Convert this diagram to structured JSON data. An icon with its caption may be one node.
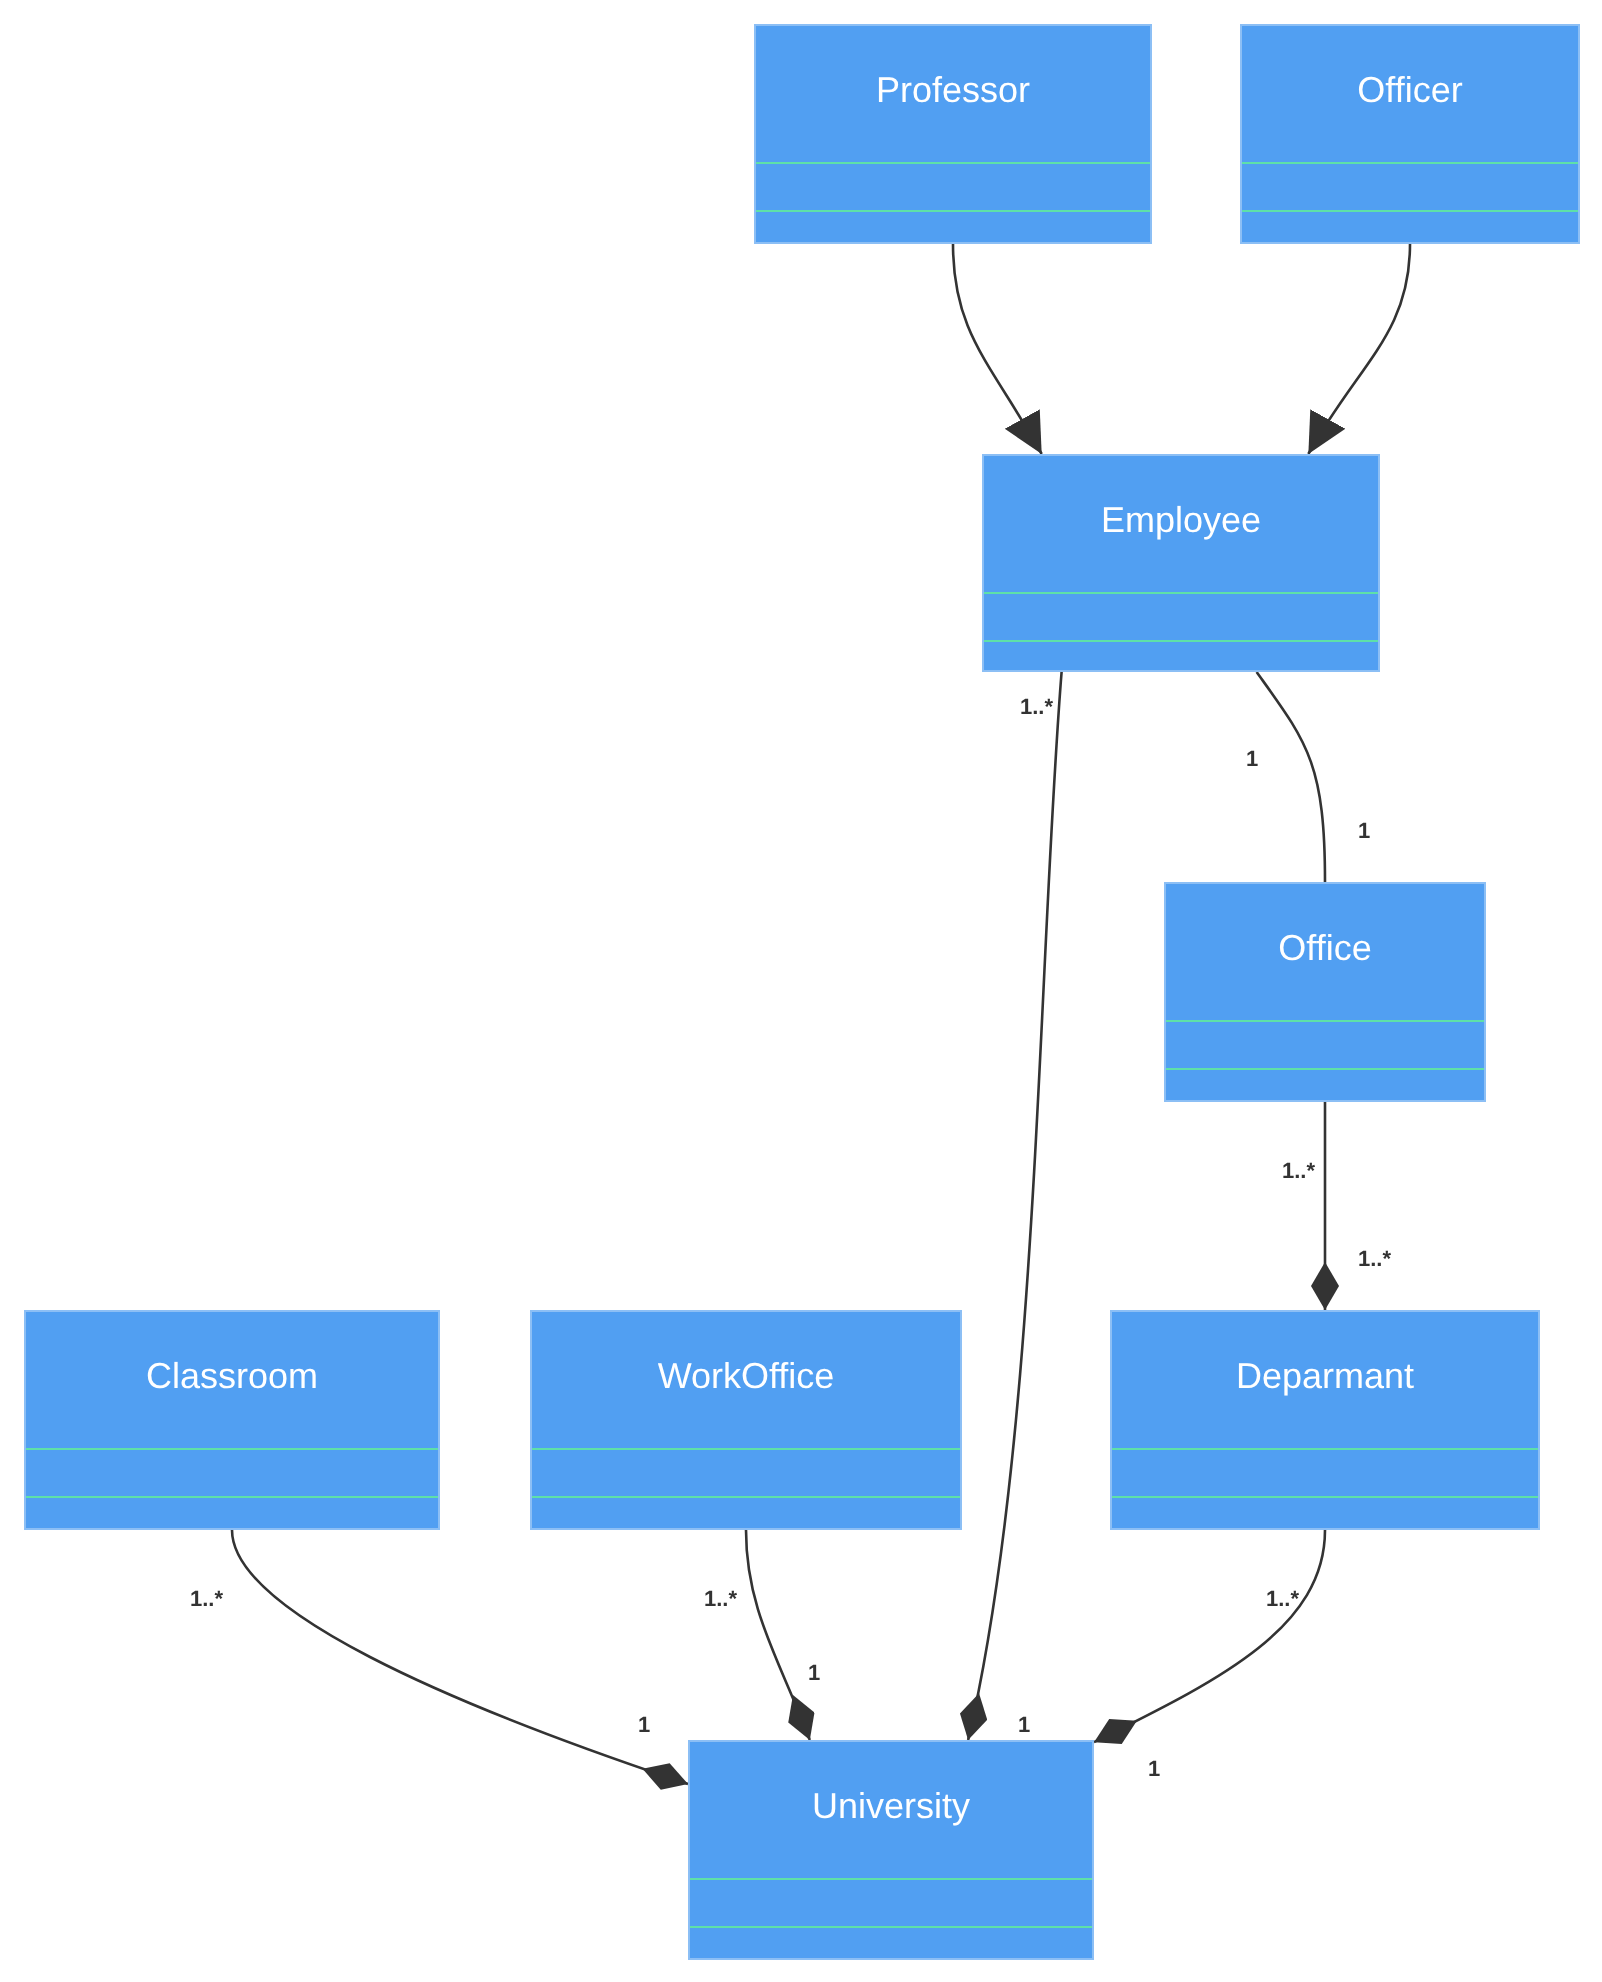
{
  "diagram": {
    "nodes": [
      {
        "text": [
          "Professor"
        ]
      },
      {
        "text": [
          "Officer"
        ]
      },
      {
        "text": [
          "Employee"
        ]
      },
      {
        "text": [
          "Office"
        ]
      },
      {
        "text": [
          "Classroom"
        ]
      },
      {
        "text": [
          "WorkOffice"
        ]
      },
      {
        "text": [
          "Deparmant"
        ]
      },
      {
        "text": [
          "University"
        ]
      }
    ],
    "edges": [
      {
        "from": 0,
        "to": 2,
        "arrow": "to"
      },
      {
        "from": 1,
        "to": 2,
        "arrow": "to"
      },
      {
        "from": 2,
        "to": 3,
        "arrow": "none"
      },
      {
        "from": 3,
        "to": 6,
        "arrow": "other"
      },
      {
        "from": 2,
        "to": 7,
        "arrow": "other"
      },
      {
        "from": 4,
        "to": 7,
        "arrow": "other"
      },
      {
        "from": 5,
        "to": 7,
        "arrow": "other"
      },
      {
        "from": 6,
        "to": 7,
        "arrow": "other"
      }
    ],
    "labels": [
      "1..*",
      "1",
      "1",
      "1..*",
      "1..*",
      "1..*",
      "1..*",
      "1..*",
      "1",
      "1",
      "1",
      "1"
    ]
  }
}
